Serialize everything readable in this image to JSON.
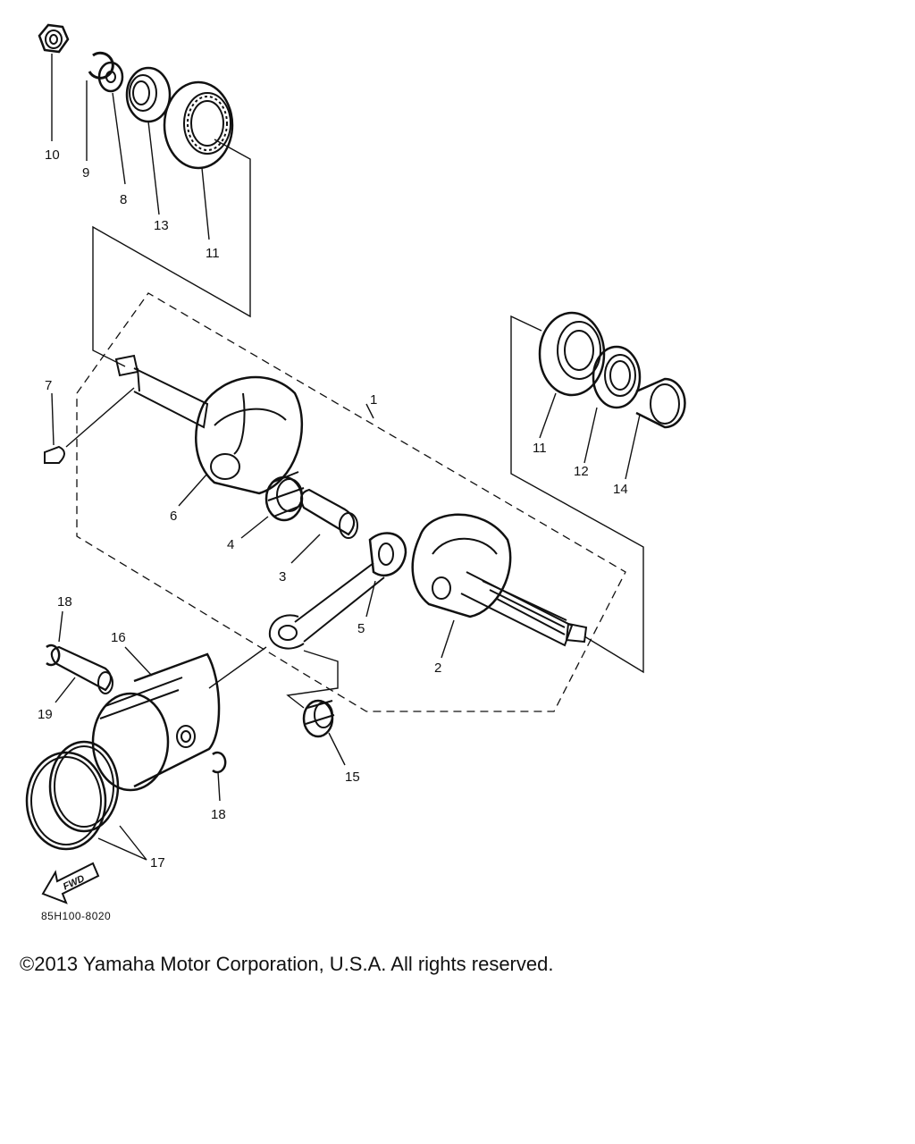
{
  "diagram": {
    "callouts": [
      "10",
      "9",
      "8",
      "13",
      "11",
      "7",
      "1",
      "11",
      "12",
      "14",
      "6",
      "4",
      "3",
      "5",
      "2",
      "18",
      "15",
      "16",
      "19",
      "18",
      "17"
    ],
    "fwd_label": "FWD",
    "drawing_code": "85H100-8020"
  },
  "footer": {
    "copyright": "©2013 Yamaha Motor Corporation, U.S.A. All rights reserved."
  }
}
